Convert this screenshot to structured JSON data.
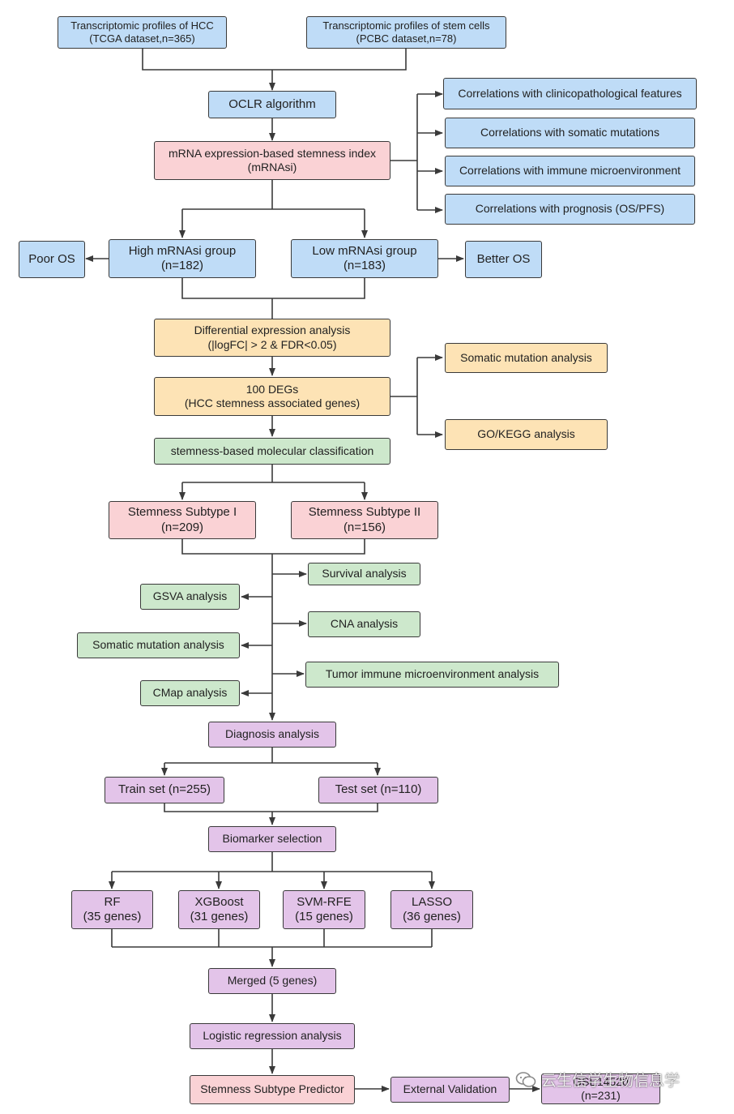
{
  "inputs": {
    "hcc": {
      "line1": "Transcriptomic profiles of HCC",
      "line2": "(TCGA dataset,n=365)"
    },
    "stem": {
      "line1": "Transcriptomic profiles of stem cells",
      "line2": "(PCBC dataset,n=78)"
    }
  },
  "oclr": "OCLR algorithm",
  "mrnasi": {
    "line1": "mRNA expression-based stemness index",
    "line2": "(mRNAsi)"
  },
  "correlations": [
    "Correlations with clinicopathological features",
    "Correlations with somatic mutations",
    "Correlations with immune microenvironment",
    "Correlations with prognosis (OS/PFS)"
  ],
  "groups": {
    "high": {
      "line1": "High mRNAsi group",
      "line2": "(n=182)"
    },
    "low": {
      "line1": "Low mRNAsi group",
      "line2": "(n=183)"
    },
    "poor": "Poor OS",
    "better": "Better OS"
  },
  "dea": {
    "line1": "Differential expression analysis",
    "line2": "(|logFC| > 2 & FDR<0.05)"
  },
  "degs": {
    "line1": "100 DEGs",
    "line2": "(HCC stemness associated genes)"
  },
  "deg_analyses": [
    "Somatic mutation analysis",
    "GO/KEGG analysis"
  ],
  "classification": "stemness-based molecular classification",
  "subtypes": [
    {
      "line1": "Stemness Subtype I",
      "line2": "(n=209)"
    },
    {
      "line1": "Stemness Subtype II",
      "line2": "(n=156)"
    }
  ],
  "subtype_analyses": {
    "right": [
      "Survival analysis",
      "CNA analysis",
      "Tumor immune microenvironment analysis"
    ],
    "left": [
      "GSVA analysis",
      "Somatic mutation analysis",
      "CMap analysis"
    ]
  },
  "diagnosis": "Diagnosis analysis",
  "train": "Train set (n=255)",
  "test": "Test set (n=110)",
  "biomarker": "Biomarker selection",
  "methods": [
    {
      "line1": "RF",
      "line2": "(35 genes)"
    },
    {
      "line1": "XGBoost",
      "line2": "(31 genes)"
    },
    {
      "line1": "SVM-RFE",
      "line2": "(15 genes)"
    },
    {
      "line1": "LASSO",
      "line2": "(36 genes)"
    }
  ],
  "merged": "Merged (5 genes)",
  "logistic": "Logistic regression analysis",
  "predictor": "Stemness Subtype Predictor",
  "external": "External Validation",
  "validation_set": {
    "line1": "GSE14520",
    "line2": "(n=231)"
  },
  "watermark": "云生信学生物信息学",
  "colors": {
    "blue": "#bfdcf7",
    "pink": "#fad2d5",
    "orange": "#fde3b5",
    "green": "#cde8cc",
    "purple": "#e3c4e9",
    "line": "#3a3a3a"
  }
}
